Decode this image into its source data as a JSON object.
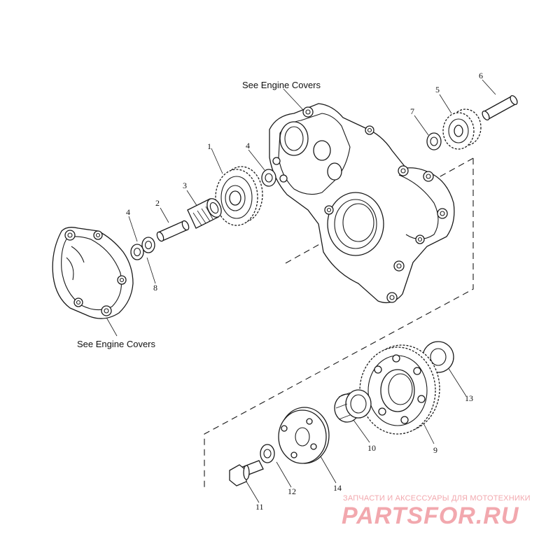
{
  "diagram": {
    "callouts": {
      "engine_covers_top": "See Engine Covers",
      "engine_covers_left": "See Engine Covers"
    },
    "part_numbers": {
      "p1": "1",
      "p2": "2",
      "p3": "3",
      "p4a": "4",
      "p4b": "4",
      "p5": "5",
      "p6": "6",
      "p7": "7",
      "p8": "8",
      "p9": "9",
      "p10": "10",
      "p11": "11",
      "p12": "12",
      "p13": "13",
      "p14": "14"
    }
  },
  "watermark": {
    "tagline": "ЗАПЧАСТИ И АКСЕССУАРЫ ДЛЯ МОТОТЕХНИКИ",
    "logo": "PARTSFOR.RU",
    "color": "#f2a8ae"
  },
  "colors": {
    "line": "#1a1a1a",
    "fill": "#ffffff"
  }
}
